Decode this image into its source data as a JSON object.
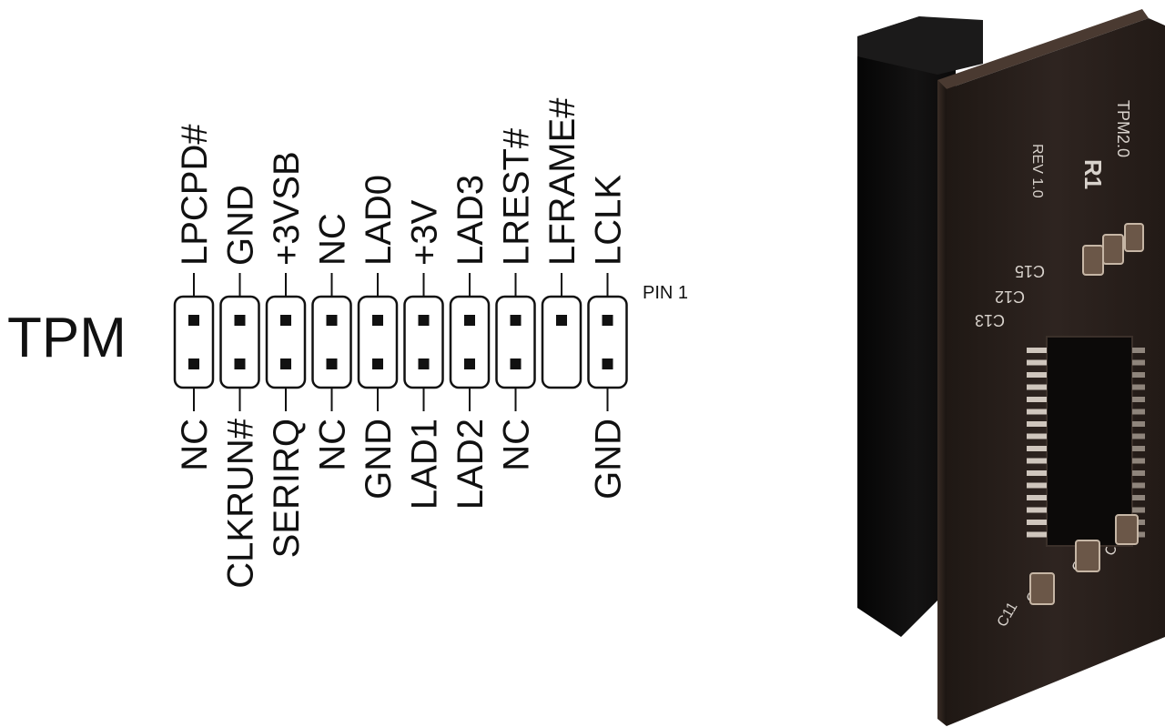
{
  "connector": {
    "title": "TPM",
    "pin1_label": "PIN 1",
    "top_row": [
      "LPCPD#",
      "GND",
      "+3VSB",
      "NC",
      "LAD0",
      "+3V",
      "LAD3",
      "LREST#",
      "LFRAME#",
      "LCLK"
    ],
    "bottom_row": [
      "NC",
      "CLKRUN#",
      "SERIRQ",
      "NC",
      "GND",
      "LAD1",
      "LAD2",
      "NC",
      "",
      "GND"
    ],
    "missing_pin_column": 8
  },
  "module_photo": {
    "silkscreen": [
      "TPM2.0",
      "REV 1.0",
      "C15",
      "C12",
      "C13",
      "C14",
      "C9",
      "C10",
      "C11",
      "R1"
    ],
    "board_color": "#2b211c",
    "connector_color": "#0c0b0b"
  }
}
